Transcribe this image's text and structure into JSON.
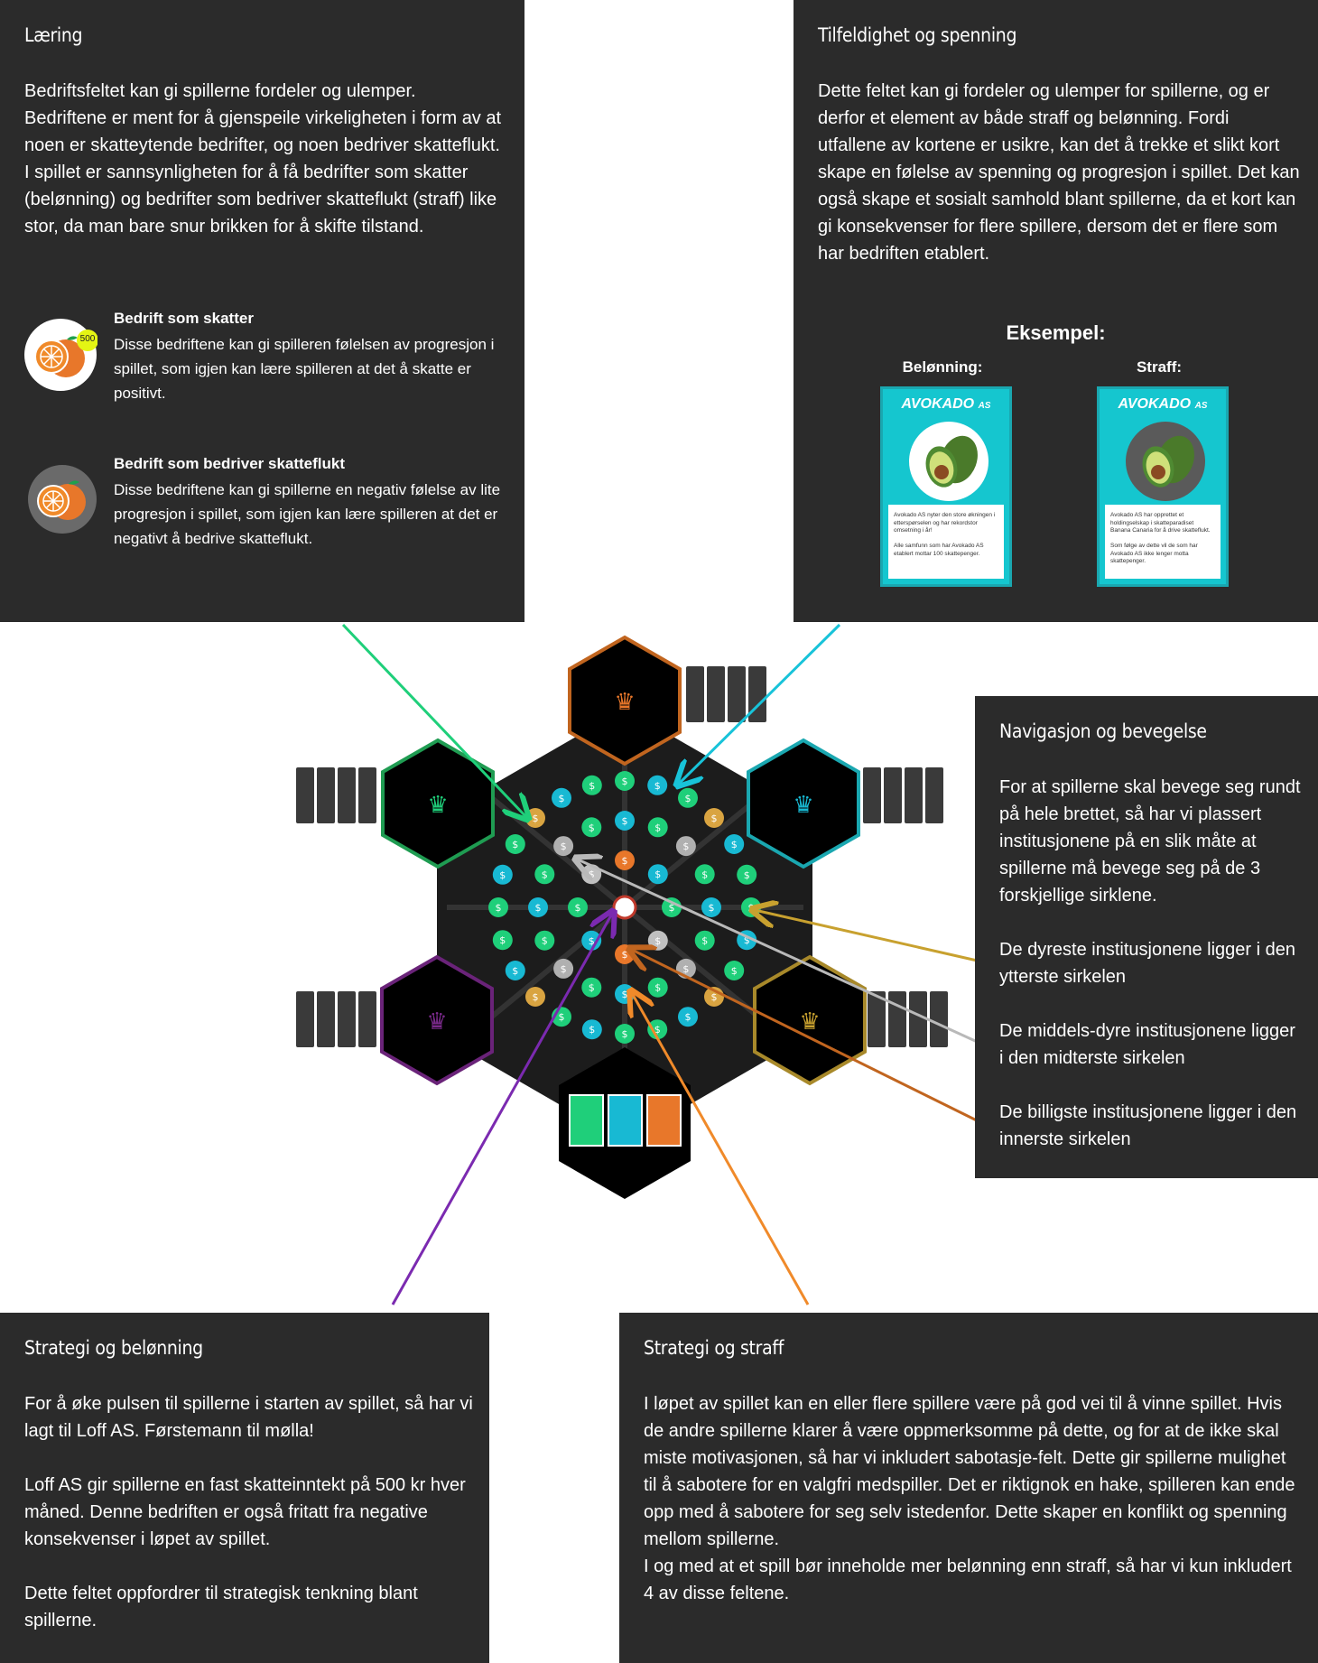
{
  "panels": {
    "laering": {
      "title": "Læring",
      "body": "Bedriftsfeltet kan gi spillerne fordeler og ulemper. Bedriftene er ment for å gjenspeile virkeligheten i form av at noen er skatteytende bedrifter, og noen bedriver skatteflukt. I spillet er sannsynligheten for å få bedrifter som skatter (belønning) og bedrifter som bedriver skatteflukt (straff) like stor, da man bare snur brikken for å skifte tilstand.",
      "item1_head": "Bedrift som skatter",
      "item1_badge": "500",
      "item1_body": "Disse bedriftene kan gi spilleren følelsen av progresjon i spillet, som igjen kan lære spilleren at det å skatte er positivt.",
      "item2_head": "Bedrift som bedriver skatteflukt",
      "item2_body": "Disse  bedriftene kan gi spillerne en negativ følelse av lite progresjon i spillet, som igjen kan lære spilleren at det er negativt å bedrive skatteflukt."
    },
    "tilfeldighet": {
      "title": "Tilfeldighet og spenning",
      "body": "Dette feltet kan gi fordeler og ulemper for spillerne, og er derfor et element av både straff og belønning.  Fordi utfallene av kortene er usikre, kan det å trekke et slikt kort skape en følelse av spenning og progresjon i spillet. Det kan også skape et sosialt samhold blant spillerne, da et kort kan gi konsekvenser for flere spillere, dersom det er flere som har bedriften etablert.",
      "example": "Eksempel:",
      "reward_label": "Belønning:",
      "penalty_label": "Straff:",
      "card_title": "AVOKADO",
      "card_suffix": "AS",
      "reward_card_text": "Avokado AS nyter den store økningen i etterspørselen og har rekordstor omsetning i år!\n\nAlle samfunn som har Avokado AS etablert mottar 100 skattepenger.",
      "penalty_card_text": "Avokado AS har opprettet et holdingselskap i skatteparadiset Banana Canaria for å drive skatteflukt.\n\nSom følge av dette vil de som har Avokado AS ikke lenger motta skattepenger."
    },
    "navigasjon": {
      "title": "Navigasjon og bevegelse",
      "p1": "For at spillerne skal bevege seg rundt på hele brettet, så har vi plassert institusjonene på en slik måte at spillerne må bevege seg på de 3 forskjellige sirklene.",
      "p2": "De dyreste institusjonene ligger i den ytterste sirkelen",
      "p3": "De middels-dyre institusjonene ligger i den midterste sirkelen",
      "p4": "De billigste institusjonene ligger i den innerste sirkelen"
    },
    "strategi_belonning": {
      "title": "Strategi og belønning",
      "p1": "For å øke pulsen til spillerne i starten av spillet, så har vi lagt til Loff AS. Førstemann til mølla!",
      "p2": "Loff AS gir spillerne en fast skatteinntekt på 500 kr hver måned. Denne bedriften er også fritatt fra negative konsekvenser i løpet av spillet.",
      "p3": "Dette feltet oppfordrer til strategisk tenkning blant spillerne."
    },
    "strategi_straff": {
      "title": "Strategi og straff",
      "p1": "I løpet av spillet kan en eller flere spillere være på god vei til å vinne spillet. Hvis de andre spillerne klarer å være oppmerksomme på dette, og for at de ikke skal miste motivasjonen, så har vi inkludert sabotasje-felt. Dette gir spillerne mulighet til å sabotere for en valgfri medspiller. Det er riktignok en hake, spilleren kan ende opp med å sabotere for seg selv istedenfor. Dette skaper en konflikt og spenning mellom spillerne.",
      "p2": "I og med at et spill bør inneholde mer belønning enn straff, så har vi kun inkludert 4 av disse feltene."
    }
  },
  "board": {
    "deck_labels": [
      "",
      "",
      ""
    ],
    "colors": {
      "panel": "#2b2b2b",
      "board": "#1c1c1c",
      "green": "#1fcf7a",
      "cyan": "#18b9d3",
      "orange": "#e8772a",
      "purple": "#7b2a8c",
      "gold": "#c8a12f",
      "dark_orange": "#c1651f"
    },
    "players": [
      "orange-crown",
      "green-crown",
      "cyan-crown",
      "purple-crown",
      "gold-crown"
    ]
  }
}
